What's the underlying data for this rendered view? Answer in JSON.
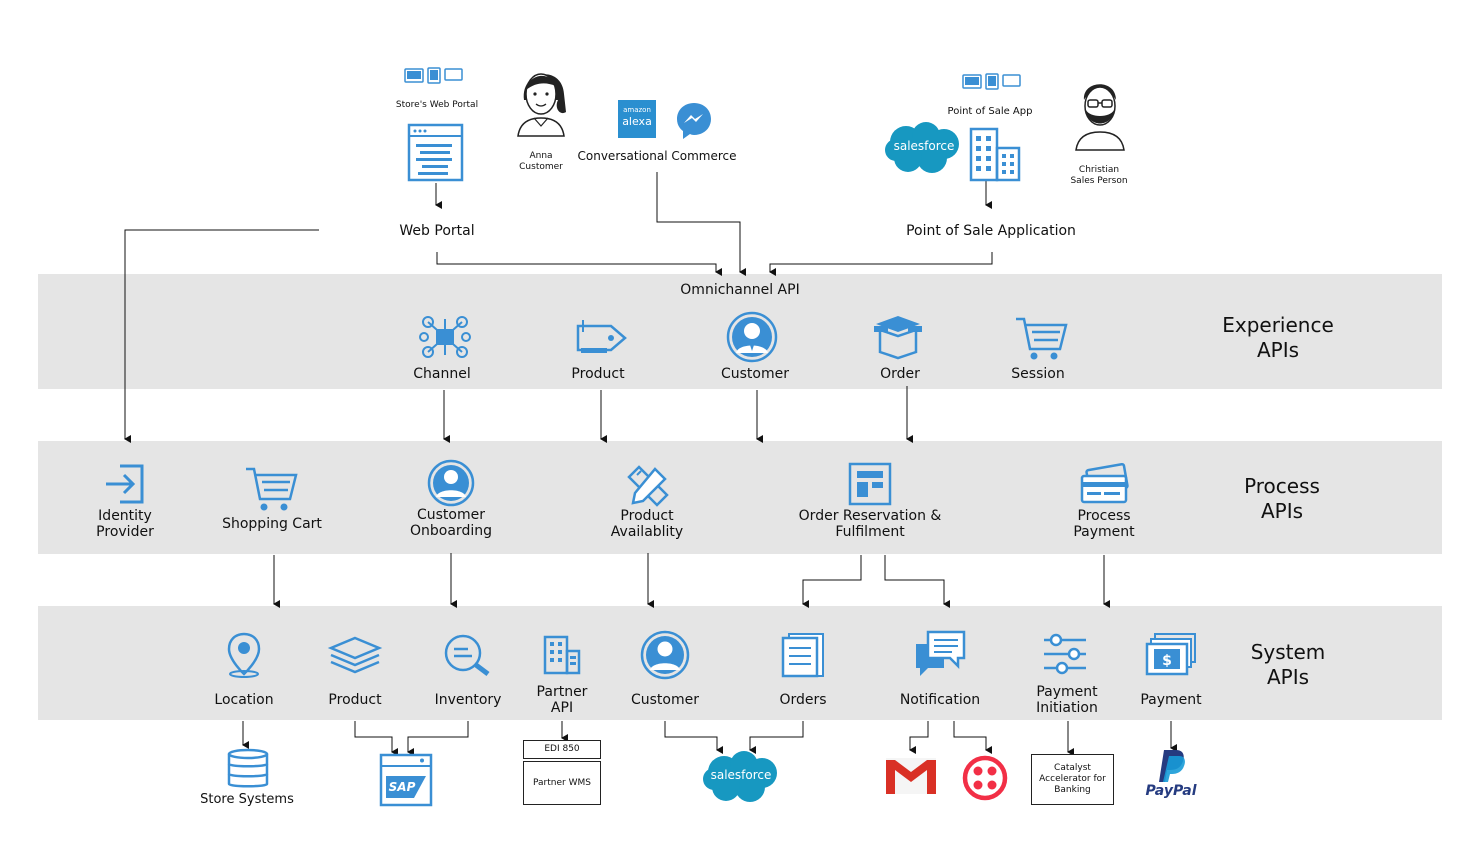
{
  "top": {
    "web_portal": "Web Portal",
    "store_web_portal": "Store's Web Portal",
    "anna": "Anna",
    "anna_role": "Customer",
    "amazon": "amazon",
    "alexa": "alexa",
    "conversational_commerce": "Conversational Commerce",
    "point_of_sale_app": "Point of Sale App",
    "point_of_sale_application": "Point of Sale Application",
    "salesforce": "salesforce",
    "christian": "Christian",
    "christian_role": "Sales Person"
  },
  "experience": {
    "title_line1": "Experience",
    "title_line2": "APIs",
    "omnichannel": "Omnichannel API",
    "items": [
      "Channel",
      "Product",
      "Customer",
      "Order",
      "Session"
    ]
  },
  "process": {
    "title_line1": "Process",
    "title_line2": "APIs",
    "identity_1": "Identity",
    "identity_2": "Provider",
    "shopping_cart": "Shopping Cart",
    "onboarding_1": "Customer",
    "onboarding_2": "Onboarding",
    "availability_1": "Product",
    "availability_2": "Availablity",
    "order_res_1": "Order Reservation &",
    "order_res_2": "Fulfilment",
    "payment_1": "Process",
    "payment_2": "Payment"
  },
  "system": {
    "title_line1": "System",
    "title_line2": "APIs",
    "location": "Location",
    "product": "Product",
    "inventory": "Inventory",
    "partner_1": "Partner",
    "partner_2": "API",
    "customer": "Customer",
    "orders": "Orders",
    "notification": "Notification",
    "pay_init_1": "Payment",
    "pay_init_2": "Initiation",
    "payment": "Payment"
  },
  "backends": {
    "store_systems": "Store Systems",
    "sap": "SAP",
    "edi": "EDI 850",
    "partner_wms": "Partner WMS",
    "salesforce": "salesforce",
    "catalyst_1": "Catalyst",
    "catalyst_2": "Accelerator for",
    "catalyst_3": "Banking",
    "paypal": "PayPal"
  },
  "colors": {
    "band": "#e5e5e5",
    "icon_blue": "#3a8fd4",
    "salesforce": "#1798c1",
    "gmail_red": "#d93025",
    "twilio_red": "#f22f46",
    "paypal_dark": "#253b80",
    "paypal_light": "#179bd7"
  }
}
